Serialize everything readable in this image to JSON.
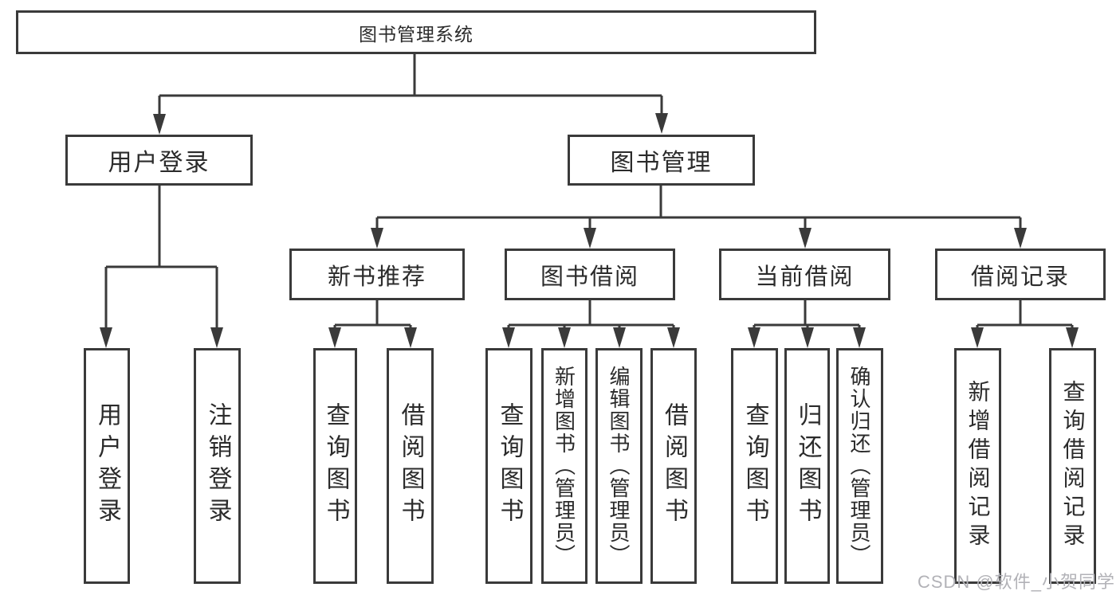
{
  "diagram_type": "hierarchy-diagram",
  "colors": {
    "line": "#3a3a3a",
    "box_border": "#3a3a3a",
    "box_fill": "#ffffff",
    "text": "#2b2b2b",
    "watermark": "#b2b2b7",
    "background": "#ffffff"
  },
  "tree": {
    "label": "图书管理系统",
    "children": [
      {
        "label": "用户登录",
        "children": [
          {
            "label": "用户登录"
          },
          {
            "label": "注销登录"
          }
        ]
      },
      {
        "label": "图书管理",
        "children": [
          {
            "label": "新书推荐",
            "children": [
              {
                "label": "查询图书"
              },
              {
                "label": "借阅图书"
              }
            ]
          },
          {
            "label": "图书借阅",
            "children": [
              {
                "label": "查询图书"
              },
              {
                "label": "新增图书（管理员）"
              },
              {
                "label": "编辑图书（管理员）"
              },
              {
                "label": "借阅图书"
              }
            ]
          },
          {
            "label": "当前借阅",
            "children": [
              {
                "label": "查询图书"
              },
              {
                "label": "归还图书"
              },
              {
                "label": "确认归还（管理员）"
              }
            ]
          },
          {
            "label": "借阅记录",
            "children": [
              {
                "label": "新增借阅记录"
              },
              {
                "label": "查询借阅记录"
              }
            ]
          }
        ]
      }
    ]
  },
  "watermark": {
    "text": "CSDN @软件_小贺同学"
  }
}
